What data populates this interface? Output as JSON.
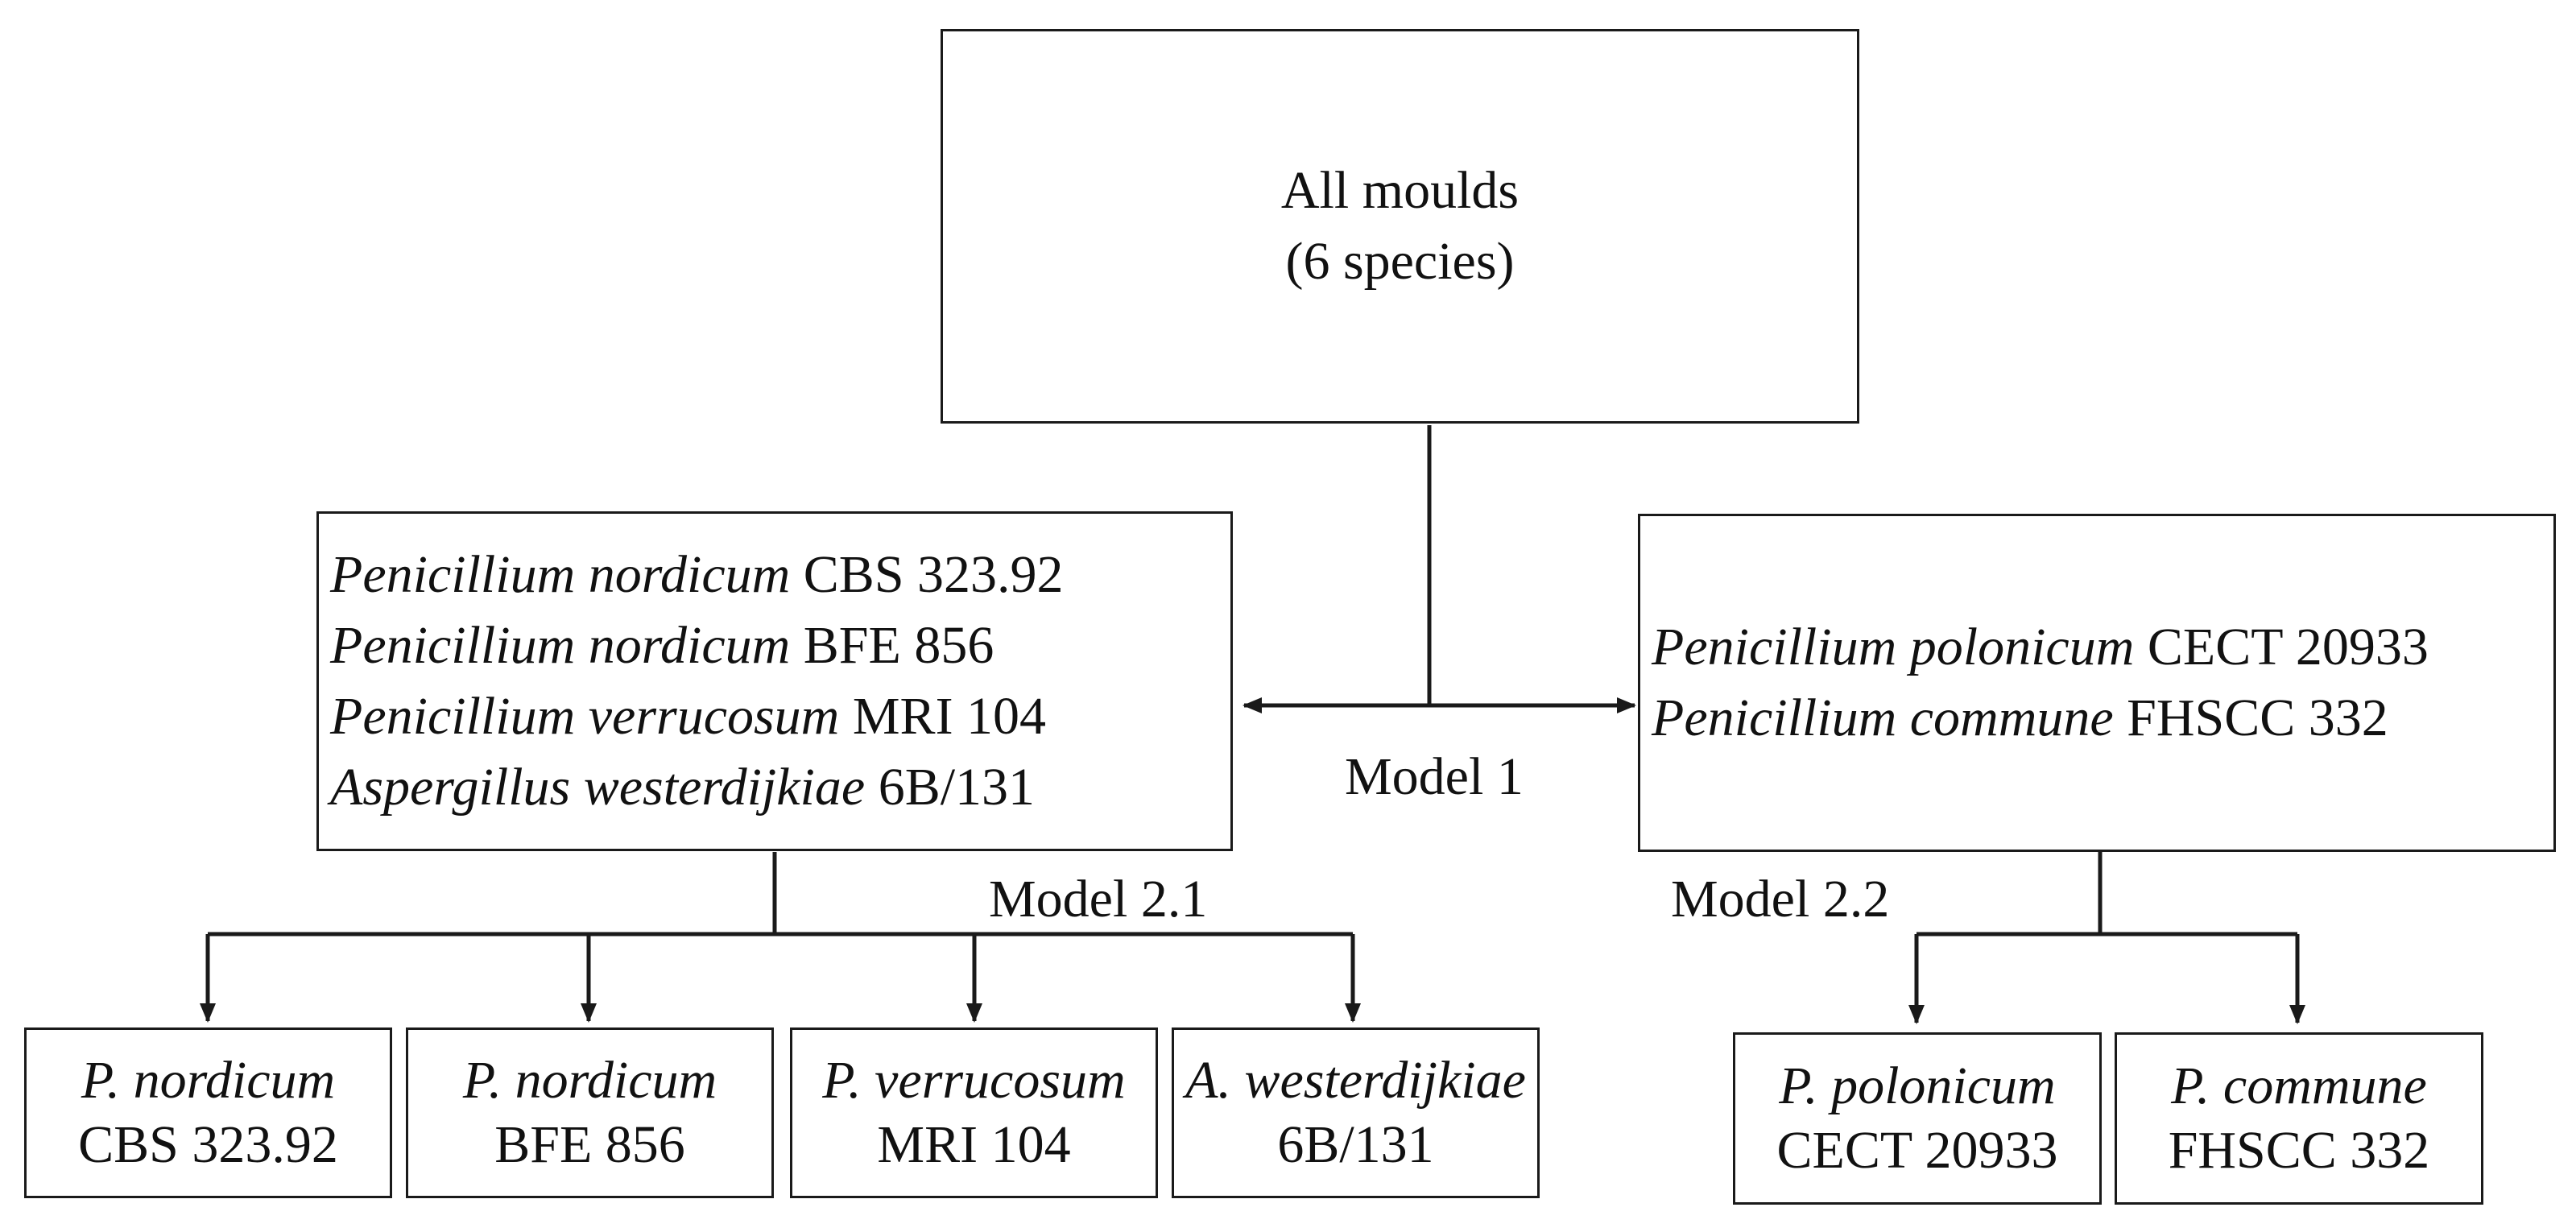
{
  "root": {
    "line1": "All moulds",
    "line2": "(6 species)"
  },
  "model_labels": {
    "m1": "Model 1",
    "m21": "Model 2.1",
    "m22": "Model 2.2"
  },
  "left_group": {
    "lines": [
      {
        "species": "Penicillium nordicum",
        "strain": "CBS 323.92"
      },
      {
        "species": "Penicillium nordicum",
        "strain": "BFE 856"
      },
      {
        "species": "Penicillium verrucosum",
        "strain": "MRI 104"
      },
      {
        "species": "Aspergillus westerdijkiae",
        "strain": "6B/131"
      }
    ]
  },
  "right_group": {
    "lines": [
      {
        "species": "Penicillium polonicum",
        "strain": "CECT 20933"
      },
      {
        "species": "Penicillium commune",
        "strain": "FHSCC 332"
      }
    ]
  },
  "leaves_left": [
    {
      "species": "P. nordicum",
      "strain": "CBS 323.92"
    },
    {
      "species": "P. nordicum",
      "strain": "BFE 856"
    },
    {
      "species": "P. verrucosum",
      "strain": "MRI 104"
    },
    {
      "species": "A. westerdijkiae",
      "strain": "6B/131"
    }
  ],
  "leaves_right": [
    {
      "species": "P. polonicum",
      "strain": "CECT 20933"
    },
    {
      "species": "P. commune",
      "strain": "FHSCC 332"
    }
  ],
  "colors": {
    "line": "#1a1a1a",
    "background": "#ffffff"
  }
}
